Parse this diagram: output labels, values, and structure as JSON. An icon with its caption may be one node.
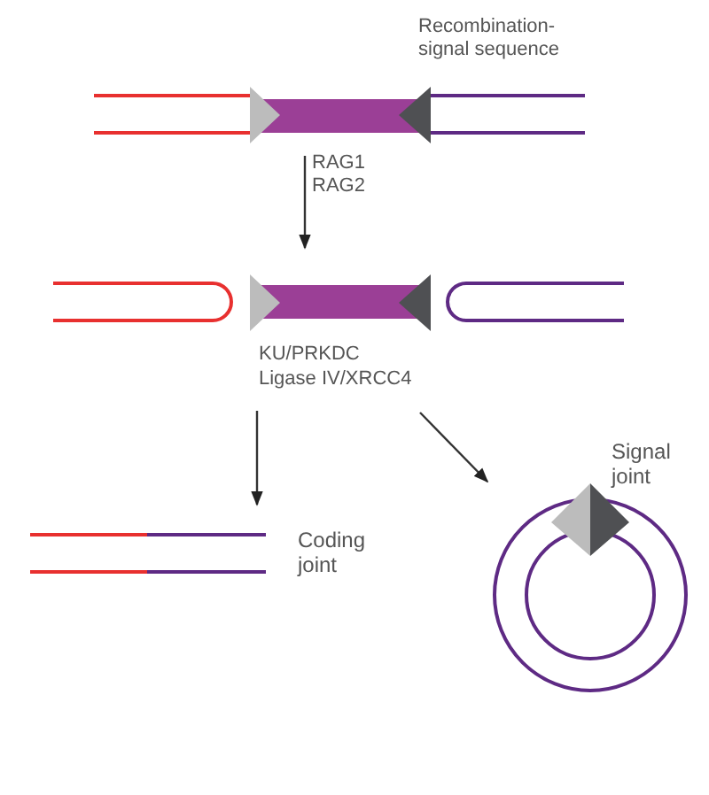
{
  "diagram": {
    "nodes": [
      {
        "text": [],
        "shape": "picture",
        "beside": [
          "Recombination-signal sequence"
        ]
      },
      {
        "text": [],
        "shape": "picture"
      },
      {
        "text": [],
        "shape": "picture",
        "beside": [
          "Coding joint"
        ]
      },
      {
        "text": [],
        "shape": "picture",
        "beside": [
          "Signal joint"
        ]
      }
    ],
    "edges": [
      {
        "from": 0,
        "to": 1,
        "arrow": "to",
        "label": "RAG1 RAG2"
      },
      {
        "from": 1,
        "to": 2,
        "arrow": "to"
      },
      {
        "from": 1,
        "to": 3,
        "arrow": "to"
      }
    ],
    "labels": [
      "KU/PRKDC",
      "Ligase IV/XRCC4"
    ]
  }
}
